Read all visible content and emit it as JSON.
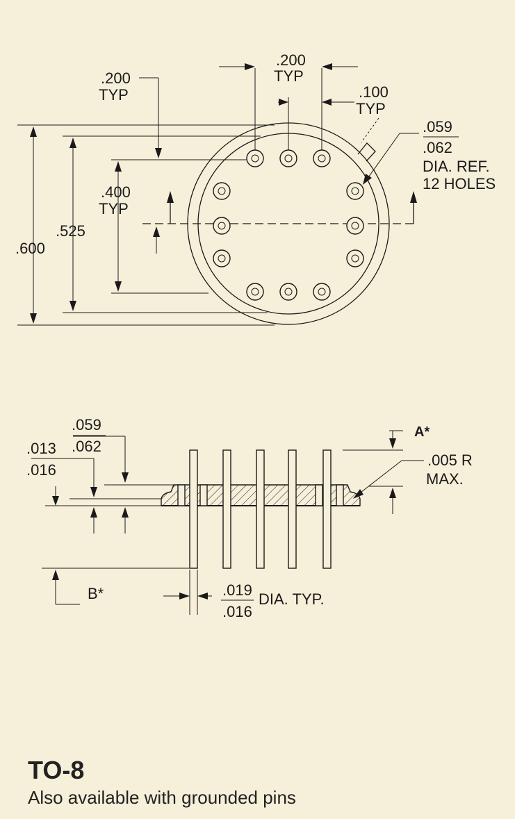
{
  "top_view": {
    "pitch_label": ".200",
    "pitch_typ": "TYP",
    "left_pitch_label": ".200",
    "left_pitch_typ": "TYP",
    "tab_label": ".100",
    "tab_typ": "TYP",
    "hole_dia_top": ".059",
    "hole_dia_bottom": ".062",
    "hole_dia_ref": "DIA. REF.",
    "hole_count": "12 HOLES",
    "row_spacing_label": ".400",
    "row_spacing_typ": "TYP",
    "inner_dia_label": ".525",
    "outer_dia_label": ".600"
  },
  "side_view": {
    "flange_top": ".059",
    "flange_bottom": ".062",
    "base_top": ".013",
    "base_bottom": ".016",
    "pin_height_label": "A*",
    "radius_top": ".005 R",
    "radius_bottom": "MAX.",
    "pin_length_label": "B*",
    "pin_dia_top": ".019",
    "pin_dia_bottom": ".016",
    "pin_dia_suffix": "DIA. TYP."
  },
  "package": {
    "name": "TO-8",
    "note": "Also available with grounded pins"
  }
}
